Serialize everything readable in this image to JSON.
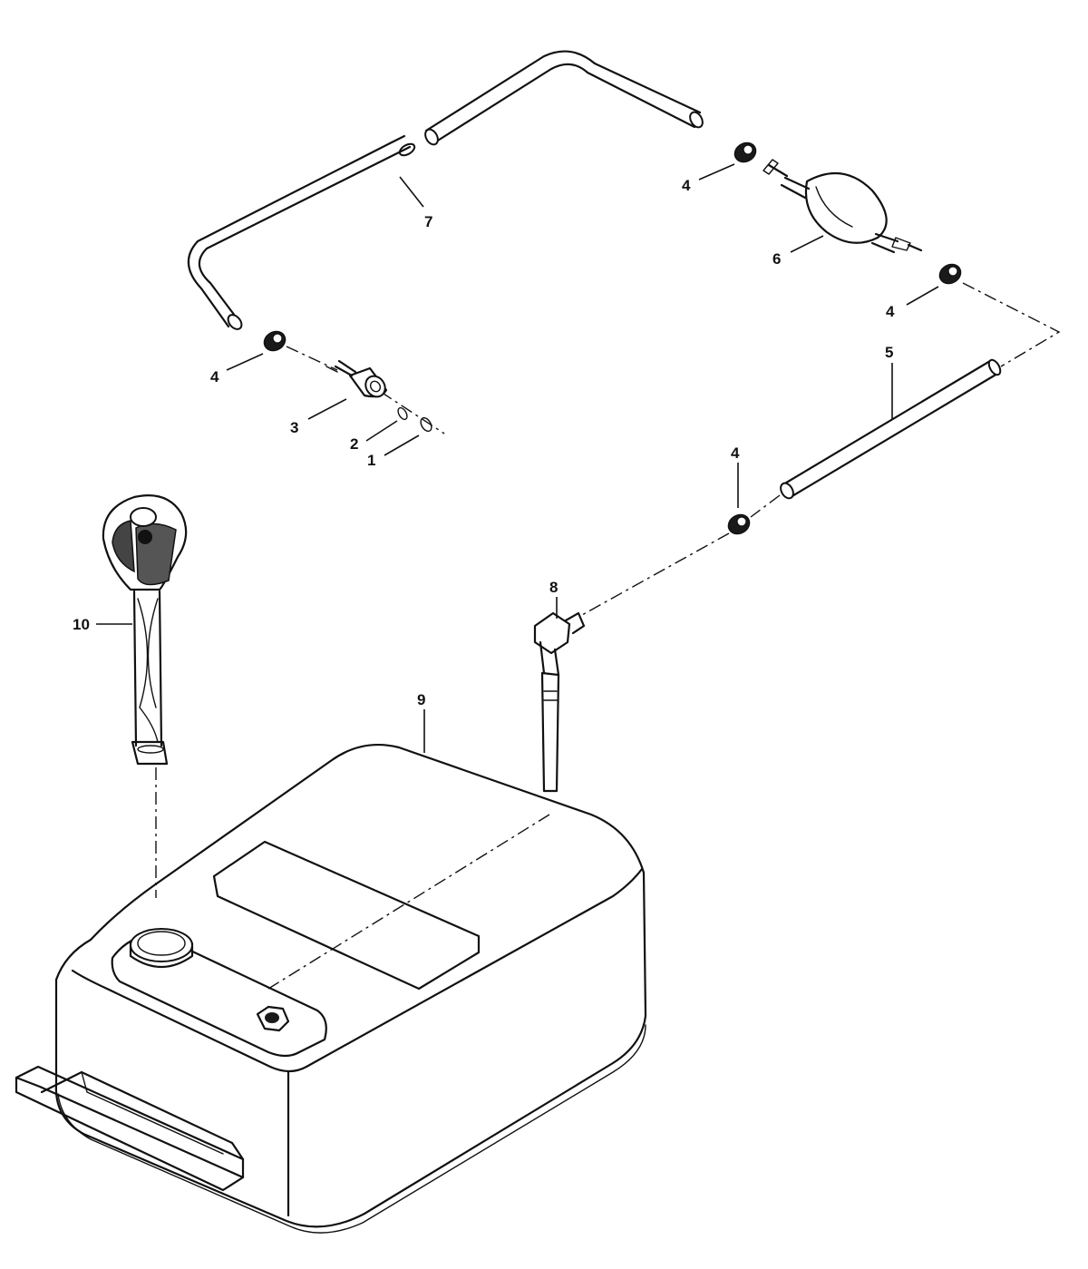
{
  "callouts": {
    "part_1": "1",
    "part_2": "2",
    "part_3": "3",
    "part_4_upper_left": "4",
    "part_4_upper_right": "4",
    "part_4_lower_right": "4",
    "part_4_mid": "4",
    "part_5": "5",
    "part_6": "6",
    "part_7": "7",
    "part_8": "8",
    "part_9": "9",
    "part_10": "10"
  }
}
